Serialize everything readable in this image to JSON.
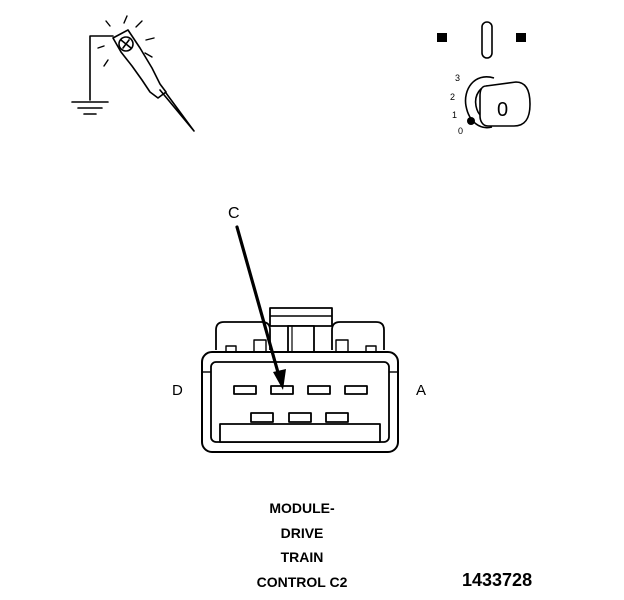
{
  "probe": {
    "icon": "test-light-probe-grounded"
  },
  "ignition": {
    "icon": "ignition-key-switch",
    "positions": [
      "3",
      "2",
      "1",
      "0"
    ],
    "key_label": "0"
  },
  "connector": {
    "pointer_label": "C",
    "left_end_label": "D",
    "right_end_label": "A"
  },
  "caption": {
    "line1": "MODULE-",
    "line2": "DRIVE",
    "line3": "TRAIN",
    "line4": "CONTROL C2"
  },
  "figure_number": "1433728"
}
